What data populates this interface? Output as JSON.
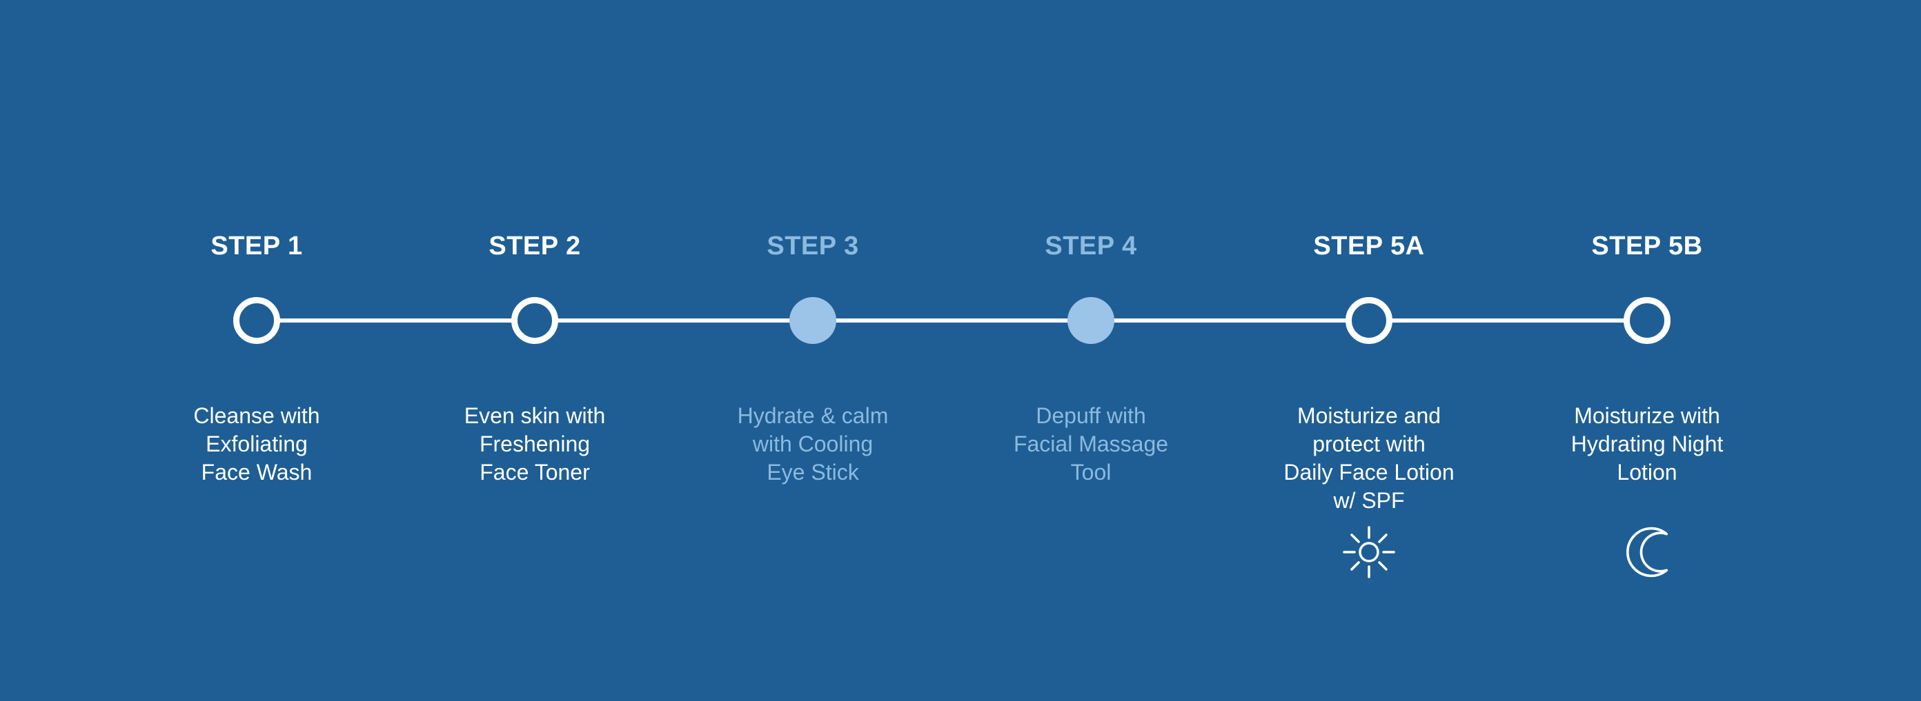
{
  "canvas": {
    "background_color": "#1e5e95",
    "line_color": "#ffffff",
    "white_text_color": "#ffffff",
    "accent_fill_color": "#9cc3e8",
    "accent_text_color": "#8cbade"
  },
  "timeline": {
    "steps": [
      {
        "label": "STEP 1",
        "description": "Cleanse with\nExfoliating\nFace Wash",
        "node_style": "outline-white",
        "emphasis": "white",
        "icon": null
      },
      {
        "label": "STEP 2",
        "description": "Even skin with\nFreshening\nFace Toner",
        "node_style": "outline-white",
        "emphasis": "white",
        "icon": null
      },
      {
        "label": "STEP 3",
        "description": "Hydrate & calm\nwith Cooling\nEye Stick",
        "node_style": "filled-light-blue",
        "emphasis": "light-blue",
        "icon": null
      },
      {
        "label": "STEP 4",
        "description": "Depuff with\nFacial Massage\nTool",
        "node_style": "filled-light-blue",
        "emphasis": "light-blue",
        "icon": null
      },
      {
        "label": "STEP 5A",
        "description": "Moisturize and\nprotect with\nDaily Face Lotion\nw/ SPF",
        "node_style": "outline-white",
        "emphasis": "white",
        "icon": "sun-icon"
      },
      {
        "label": "STEP 5B",
        "description": "Moisturize with\nHydrating Night\nLotion",
        "node_style": "outline-white",
        "emphasis": "white",
        "icon": "moon-icon"
      }
    ]
  }
}
